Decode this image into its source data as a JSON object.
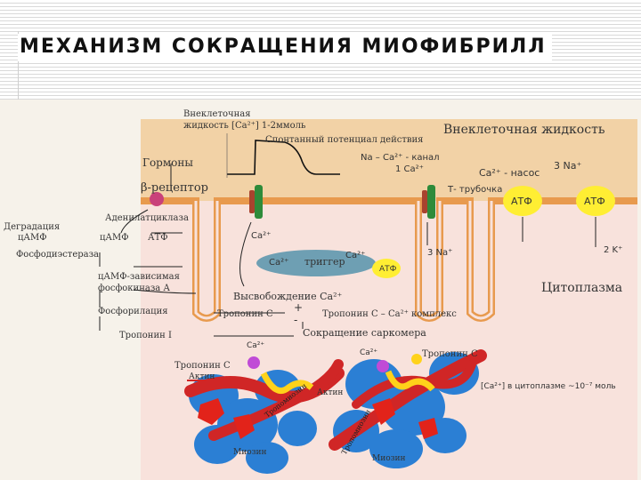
{
  "title": "МЕХАНИЗМ СОКРАЩЕНИЯ МИОФИБРИЛЛ",
  "colors": {
    "extracellular": "#f2d2a6",
    "cytoplasm": "#f8e2dc",
    "membrane": "#e89a4e",
    "channel": "#2e8b3a",
    "pump": "#ffee33",
    "actin": "#d02626",
    "myosin": "#2b7fd4",
    "troponin": "#ffd21a",
    "trigger": "#6e9fb3"
  },
  "labels": {
    "extracellular_conc": "Внеклеточная",
    "extracellular_conc2": "жидкость [Ca²⁺] 1-2ммоль",
    "action_potential": "Спонтанный потенциал действия",
    "extracellular_fluid": "Внеклеточная жидкость",
    "hormones": "Гормоны",
    "receptor": "β-рецептор",
    "na_ca_exchange1": "Na – Ca²⁺ - канал",
    "na_ca_exchange2": "1 Ca²⁺",
    "ca_pump": "Ca²⁺ - насос",
    "na3_top": "3 Na⁺",
    "t_tubule": "Т- трубочка",
    "degradation": "Деградация",
    "camp_left": "цАМФ",
    "adenylate_cyclase": "Аденилатциклаза",
    "camp_mid": "цАМФ",
    "atf_mid": "АТФ",
    "phosphodiesterase": "Фосфодиэстераза",
    "ca_in_1": "Ca²⁺",
    "ca_trigger_left": "Ca²⁺",
    "trigger": "триггер",
    "ca_trigger_right": "Ca²⁺",
    "atf_trigger": "АТФ",
    "na3_bottom": "3 Na⁺",
    "atf_pump1": "АТФ",
    "atf_pump2": "АТФ",
    "k2": "2 K⁺",
    "kinase1": "цАМФ-зависимая",
    "kinase2": "фосфокиназа А",
    "release_ca": "Высвобождение Ca²⁺",
    "cytoplasm": "Цитоплазма",
    "phosphorylation": "Фосфорилация",
    "troponin_c_1": "Тропонин С",
    "plus": "+",
    "minus": "-",
    "troponin_complex": "Тропонин С – Ca²⁺ комплекс",
    "troponin_i": "Тропонин I",
    "sarcomere_contraction": "Сокращение саркомера",
    "ca_small_1": "Ca²⁺",
    "troponin_c_2": "Тропонин С",
    "ca_small_2": "Ca²⁺",
    "troponin_c_3": "Тропонин С",
    "actin_1": "Актин",
    "tropomyosin_1": "Тропомиозин",
    "actin_2": "Актин",
    "cyto_conc": "[Ca²⁺] в цитоплазме ~10⁻⁷ моль",
    "myosin_1": "Миозин",
    "tropomyosin_2": "Тропомиозин",
    "myosin_2": "Миозин"
  }
}
